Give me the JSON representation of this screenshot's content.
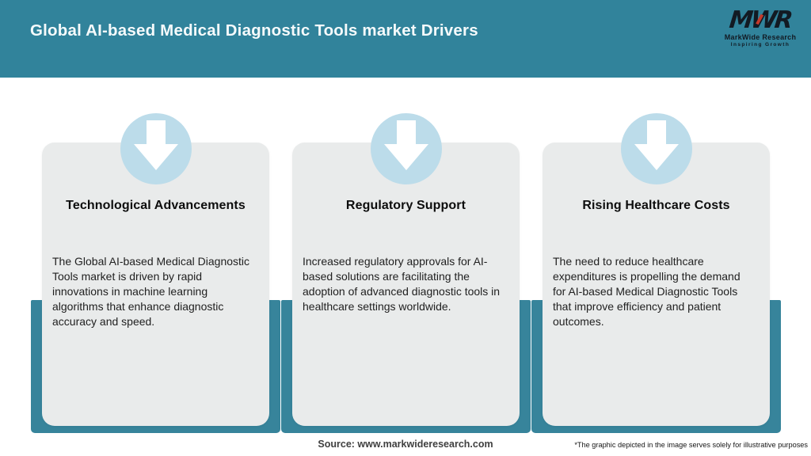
{
  "header": {
    "title": "Global AI-based Medical Diagnostic Tools market Drivers",
    "logo": {
      "monogram": "MWR",
      "name": "MarkWide Research",
      "tagline": "Inspiring Growth"
    }
  },
  "cards": [
    {
      "title": "Technological Advancements",
      "body": "The Global AI-based Medical Diagnostic Tools market is driven by rapid innovations in machine learning algorithms that enhance diagnostic accuracy and speed."
    },
    {
      "title": "Regulatory Support",
      "body": "Increased regulatory approvals for AI-based solutions are facilitating the adoption of advanced diagnostic tools in healthcare settings worldwide."
    },
    {
      "title": "Rising Healthcare Costs",
      "body": "The need to reduce healthcare expenditures is propelling the demand for AI-based Medical Diagnostic Tools that improve efficiency and patient outcomes."
    }
  ],
  "footer": {
    "source": "Source: www.markwideresearch.com",
    "disclaimer": "*The graphic depicted in the image serves solely for illustrative purposes"
  },
  "icons": {
    "down_arrow": "down-arrow-icon"
  },
  "colors": {
    "header_teal": "#31839B",
    "pillar_teal": "#37849B",
    "circle_blue": "#BCDCEA",
    "card_gray": "#E9EBEB",
    "logo_dark": "#121A23",
    "logo_red": "#C43A2C",
    "header_text": "#F5FAFB"
  }
}
